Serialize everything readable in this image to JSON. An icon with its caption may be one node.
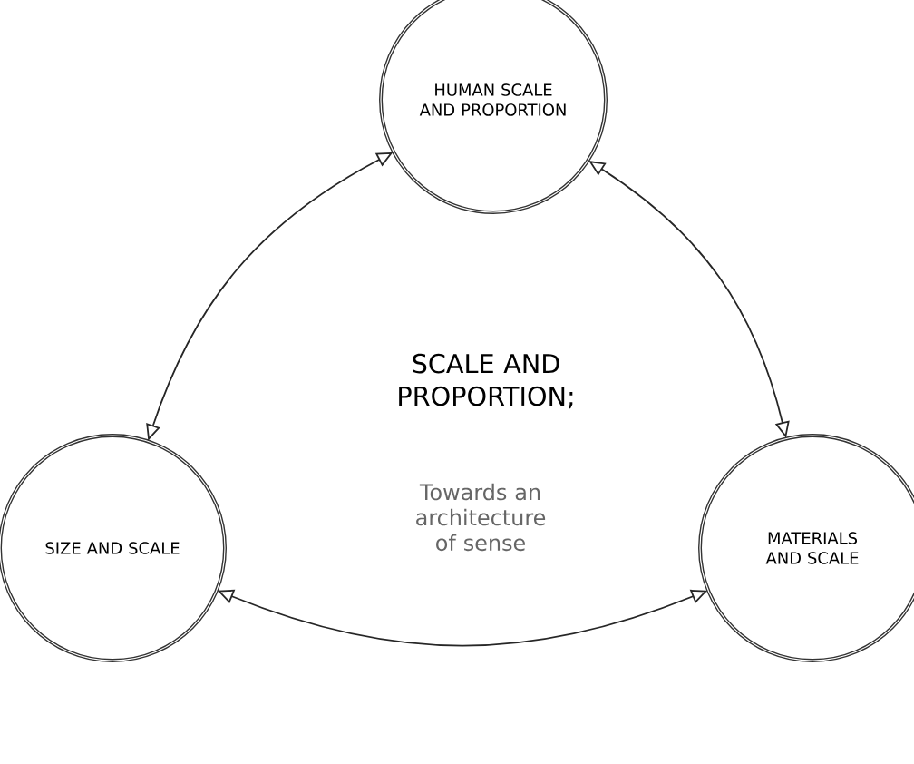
{
  "diagram": {
    "title": "SCALE AND PROPORTION;",
    "nodes": [
      {
        "text": [
          "HUMAN SCALE AND PROPORTION"
        ]
      },
      {
        "text": [
          "SIZE AND SCALE"
        ]
      },
      {
        "text": [
          "MATERIALS AND SCALE"
        ]
      }
    ],
    "edges": [
      {
        "from": 1,
        "to": 0,
        "arrow": "both"
      },
      {
        "from": 0,
        "to": 2,
        "arrow": "both"
      },
      {
        "from": 2,
        "to": 1,
        "arrow": "both"
      }
    ],
    "labels": [
      "Towards an architecture of sense"
    ]
  }
}
